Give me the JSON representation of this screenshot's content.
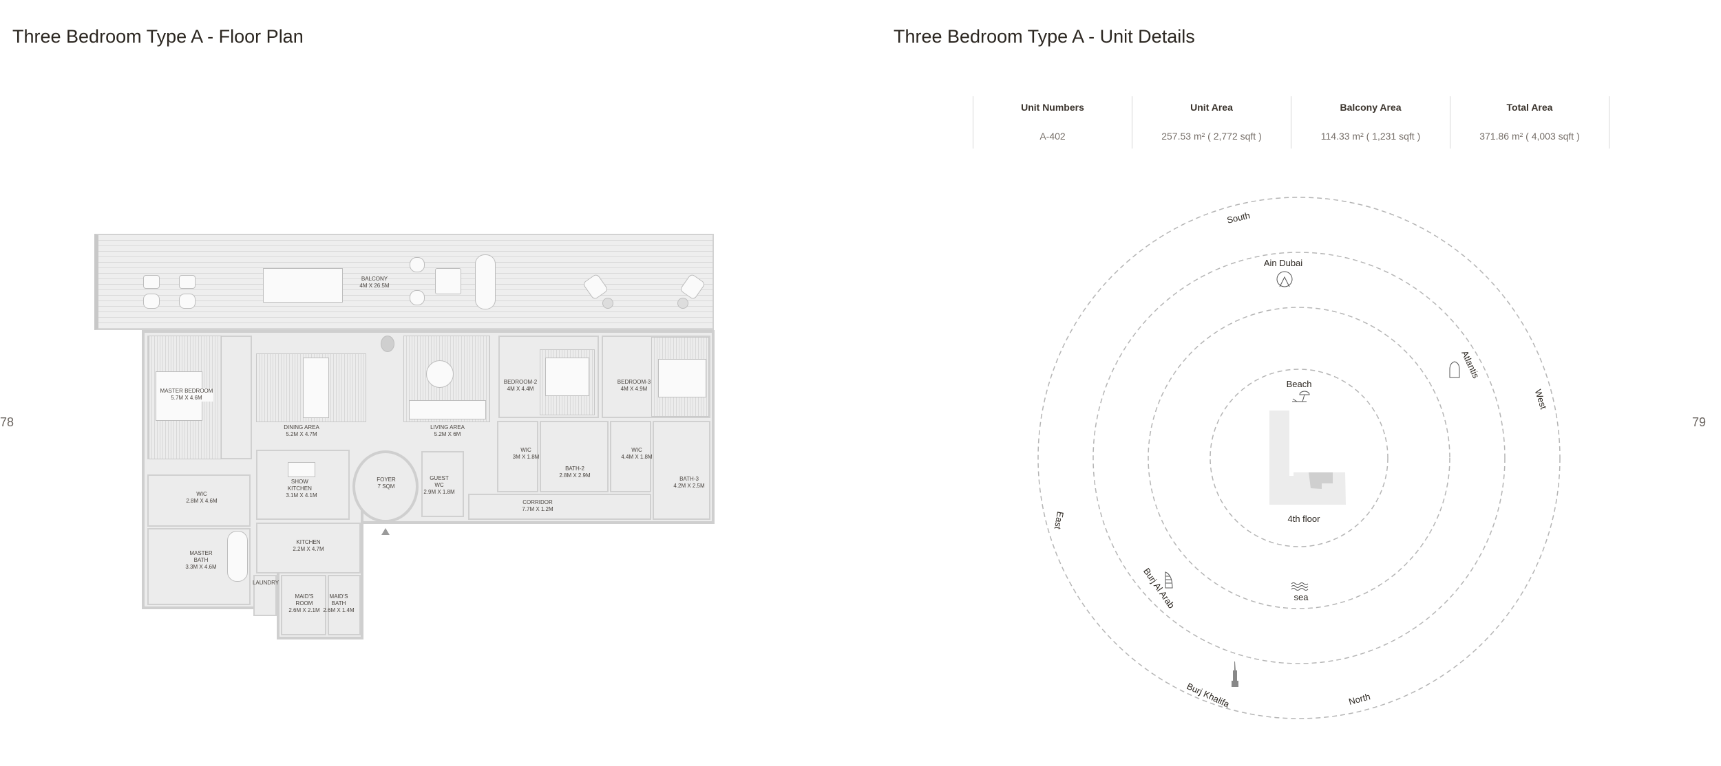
{
  "left_page": {
    "title": "Three Bedroom Type A - Floor Plan",
    "page_number": "78",
    "rooms": [
      {
        "name": "Balcony",
        "size": "4M x 26.5M"
      },
      {
        "name": "Master Bedroom",
        "size": "5.7M x 4.6M"
      },
      {
        "name": "Dining Area",
        "size": "5.2M x 4.7M"
      },
      {
        "name": "Living Area",
        "size": "5.2M x 6M"
      },
      {
        "name": "Bedroom-2",
        "size": "4M x 4.4M"
      },
      {
        "name": "Bedroom-3",
        "size": "4M x 4.9M"
      },
      {
        "name": "WIC",
        "size": "3M x 1.8M"
      },
      {
        "name": "WIC",
        "size": "4.4M x 1.8M"
      },
      {
        "name": "Bath-2",
        "size": "2.8M x 2.9M"
      },
      {
        "name": "Bath-3",
        "size": "4.2M x 2.5M"
      },
      {
        "name": "WIC",
        "size": "2.8M x 4.6M"
      },
      {
        "name": "Show Kitchen",
        "size": "3.1M x 4.1M"
      },
      {
        "name": "Foyer",
        "size": "7 SQM"
      },
      {
        "name": "Guest WC",
        "size": "2.9M x 1.8M"
      },
      {
        "name": "Corridor",
        "size": "7.7M x 1.2M"
      },
      {
        "name": "Kitchen",
        "size": "2.2M x 4.7M"
      },
      {
        "name": "Master Bath",
        "size": "3.3M x 4.6M"
      },
      {
        "name": "Laundry",
        "size": ""
      },
      {
        "name": "Maid's Room",
        "size": "2.6M x 2.1M"
      },
      {
        "name": "Maid's Bath",
        "size": "2.6M x 1.4M"
      }
    ]
  },
  "right_page": {
    "title": "Three Bedroom Type A - Unit Details",
    "page_number": "79",
    "table": {
      "headers": [
        "Unit Numbers",
        "Unit Area",
        "Balcony Area",
        "Total Area"
      ],
      "values": [
        "A-402",
        "257.53 m² ( 2,772 sqft )",
        "114.33 m² ( 1,231 sqft )",
        "371.86 m² ( 4,003 sqft )"
      ]
    },
    "compass": {
      "directions": {
        "south": "South",
        "west": "West",
        "north": "North",
        "east": "East"
      },
      "landmarks": {
        "ain_dubai": "Ain Dubai",
        "beach": "Beach",
        "atlantis": "Atlantis",
        "sea": "sea",
        "burj_al_arab": "Burj Al Arab",
        "burj_khalifa": "Burj Khalifa"
      },
      "floor": "4th floor",
      "colors": {
        "ring": "#b5b5b5",
        "building": "#ececec",
        "unit": "#cfcfcf"
      }
    }
  }
}
